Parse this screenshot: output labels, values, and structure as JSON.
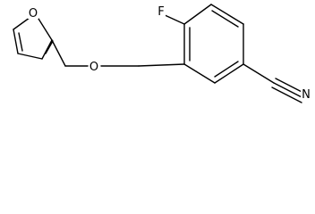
{
  "molecule": {
    "atoms": {
      "fluorine": "F",
      "ether_oxygen": "O",
      "furan_oxygen": "O",
      "nitrile_nitrogen": "N"
    }
  }
}
